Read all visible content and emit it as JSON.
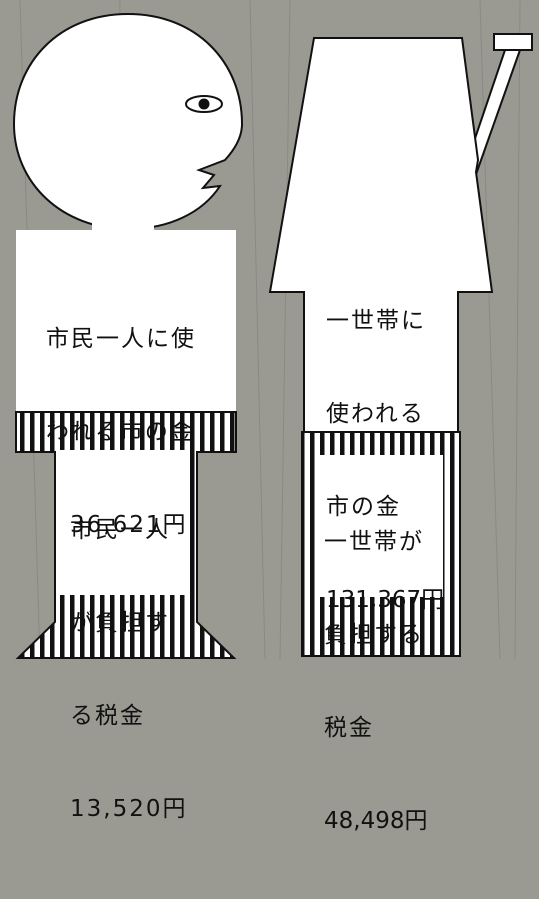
{
  "left_figure": {
    "upper_label": {
      "line1": "市民一人に使",
      "line2": "われる市の金",
      "amount": "36,621円"
    },
    "lower_label": {
      "line1": "市民一人",
      "line2": "が負担す",
      "line3": "る税金",
      "amount": "13,520円"
    }
  },
  "right_figure": {
    "upper_label": {
      "line1": "一世帯に",
      "line2": "使われる",
      "line3": "市の金",
      "amount": "131,367円"
    },
    "lower_label": {
      "line1": "一世帯が",
      "line2": "負担する",
      "line3": "税金",
      "amount": "48,498円"
    }
  },
  "colors": {
    "background": "#9a9a92",
    "figure_fill": "#ffffff",
    "outline": "#111111",
    "stripes": "#111111"
  }
}
